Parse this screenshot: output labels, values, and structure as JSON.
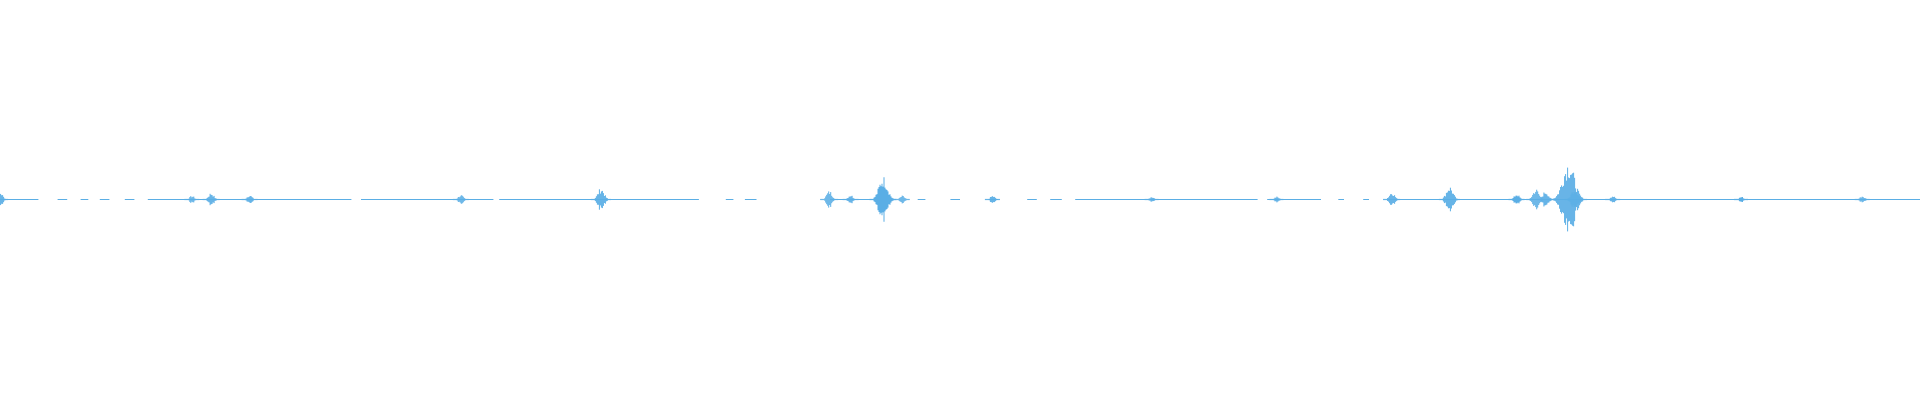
{
  "waveform": {
    "color": "#5aaee5",
    "background": "#ffffff",
    "peaks": [
      {
        "t": 0.0,
        "a": 0.04
      },
      {
        "t": 0.1,
        "a": 0.02
      },
      {
        "t": 0.11,
        "a": 0.035
      },
      {
        "t": 0.13,
        "a": 0.025
      },
      {
        "t": 0.24,
        "a": 0.025
      },
      {
        "t": 0.313,
        "a": 0.06
      },
      {
        "t": 0.432,
        "a": 0.045
      },
      {
        "t": 0.443,
        "a": 0.025
      },
      {
        "t": 0.46,
        "a": 0.12
      },
      {
        "t": 0.47,
        "a": 0.02
      },
      {
        "t": 0.517,
        "a": 0.02
      },
      {
        "t": 0.6,
        "a": 0.015
      },
      {
        "t": 0.665,
        "a": 0.015
      },
      {
        "t": 0.725,
        "a": 0.04
      },
      {
        "t": 0.755,
        "a": 0.07
      },
      {
        "t": 0.79,
        "a": 0.03
      },
      {
        "t": 0.8,
        "a": 0.055
      },
      {
        "t": 0.805,
        "a": 0.045
      },
      {
        "t": 0.817,
        "a": 0.2
      },
      {
        "t": 0.82,
        "a": 0.06
      },
      {
        "t": 0.84,
        "a": 0.02
      },
      {
        "t": 0.907,
        "a": 0.015
      },
      {
        "t": 0.97,
        "a": 0.02
      }
    ],
    "gaps": [
      [
        0.02,
        0.03
      ],
      [
        0.035,
        0.042
      ],
      [
        0.046,
        0.052
      ],
      [
        0.057,
        0.065
      ],
      [
        0.07,
        0.077
      ],
      [
        0.183,
        0.188
      ],
      [
        0.257,
        0.26
      ],
      [
        0.364,
        0.378
      ],
      [
        0.382,
        0.388
      ],
      [
        0.394,
        0.432
      ],
      [
        0.467,
        0.478
      ],
      [
        0.482,
        0.495
      ],
      [
        0.5,
        0.515
      ],
      [
        0.52,
        0.535
      ],
      [
        0.54,
        0.547
      ],
      [
        0.553,
        0.56
      ],
      [
        0.655,
        0.66
      ],
      [
        0.688,
        0.697
      ],
      [
        0.7,
        0.71
      ],
      [
        0.713,
        0.722
      ]
    ]
  }
}
